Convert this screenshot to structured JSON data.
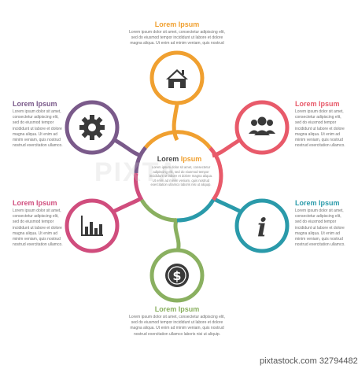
{
  "center": {
    "title_part1": "Lorem",
    "title_part2": "Ipsum",
    "lines": [
      "Lorem ipsum dolor sit amet, consectetur",
      "adipiscing elit, sed do eiusmod tempor",
      "incididunt ut labore et dolore magna aliqua.",
      "Ut enim ad minim veniam, quis nostrud",
      "exercitation ullamco laboris nisi ut aliquip."
    ]
  },
  "blocks": {
    "top": {
      "title": "Lorem Ipsum",
      "color": "#f0a030",
      "icon": "home-icon",
      "lines": [
        "Lorem ipsum dolor sit amet, consectetur adipiscing elit,",
        "sed do eiusmod tempor incididunt ut labore et dolore",
        "magna aliqua. Ut enim ad minim veniam, quis nostrud"
      ]
    },
    "bottom": {
      "title": "Lorem Ipsum",
      "color": "#8ab060",
      "icon": "dollar-coin-icon",
      "lines": [
        "Lorem ipsum dolor sit amet, consectetur adipiscing elit,",
        "sed do eiusmod tempor incididunt ut labore et dolore",
        "magna aliqua. Ut enim ad minim veniam, quis nostrud",
        "nostrud exercitation ullamco laboris nisi ut aliquip."
      ]
    },
    "upper_left": {
      "title": "Lorem Ipsum",
      "color": "#7a5a8a",
      "icon": "gear-icon",
      "lines": [
        "Lorem ipsum dolor sit amet,",
        "consectetur adipiscing elit,",
        "sed do eiusmod tempor",
        "incididunt ut labore et dolore",
        "magna aliqua. Ut enim ad",
        "minim veniam, quis nostrud",
        "nostrud exercitation ullamco."
      ]
    },
    "lower_left": {
      "title": "Lorem Ipsum",
      "color": "#d04d7d",
      "icon": "bar-chart-icon",
      "lines": [
        "Lorem ipsum dolor sit amet,",
        "consectetur adipiscing elit,",
        "sed do eiusmod tempor",
        "incididunt ut labore et dolore",
        "magna aliqua. Ut enim ad",
        "minim veniam, quis nostrud",
        "nostrud exercitation ullamco."
      ]
    },
    "upper_right": {
      "title": "Lorem Ipsum",
      "color": "#e85a6a",
      "icon": "people-group-icon",
      "lines": [
        "Lorem ipsum dolor sit amet,",
        "consectetur adipiscing elit,",
        "sed do eiusmod tempor",
        "incididunt ut labore et dolore",
        "magna aliqua. Ut enim ad",
        "minim veniam, quis nostrud",
        "nostrud exercitation ullamco."
      ]
    },
    "lower_right": {
      "title": "Lorem Ipsum",
      "color": "#2a9aaa",
      "icon": "info-icon",
      "lines": [
        "Lorem ipsum dolor sit amet,",
        "consectetur adipiscing elit,",
        "sed do eiusmod tempor",
        "incididunt ut labore et dolore",
        "magna aliqua. Ut enim ad",
        "minim veniam, quis nostrud",
        "nostrud exercitation ullamco."
      ]
    }
  },
  "watermark": "PIXTA",
  "footer": {
    "site": "pixtastock.com",
    "id": "32794482"
  }
}
